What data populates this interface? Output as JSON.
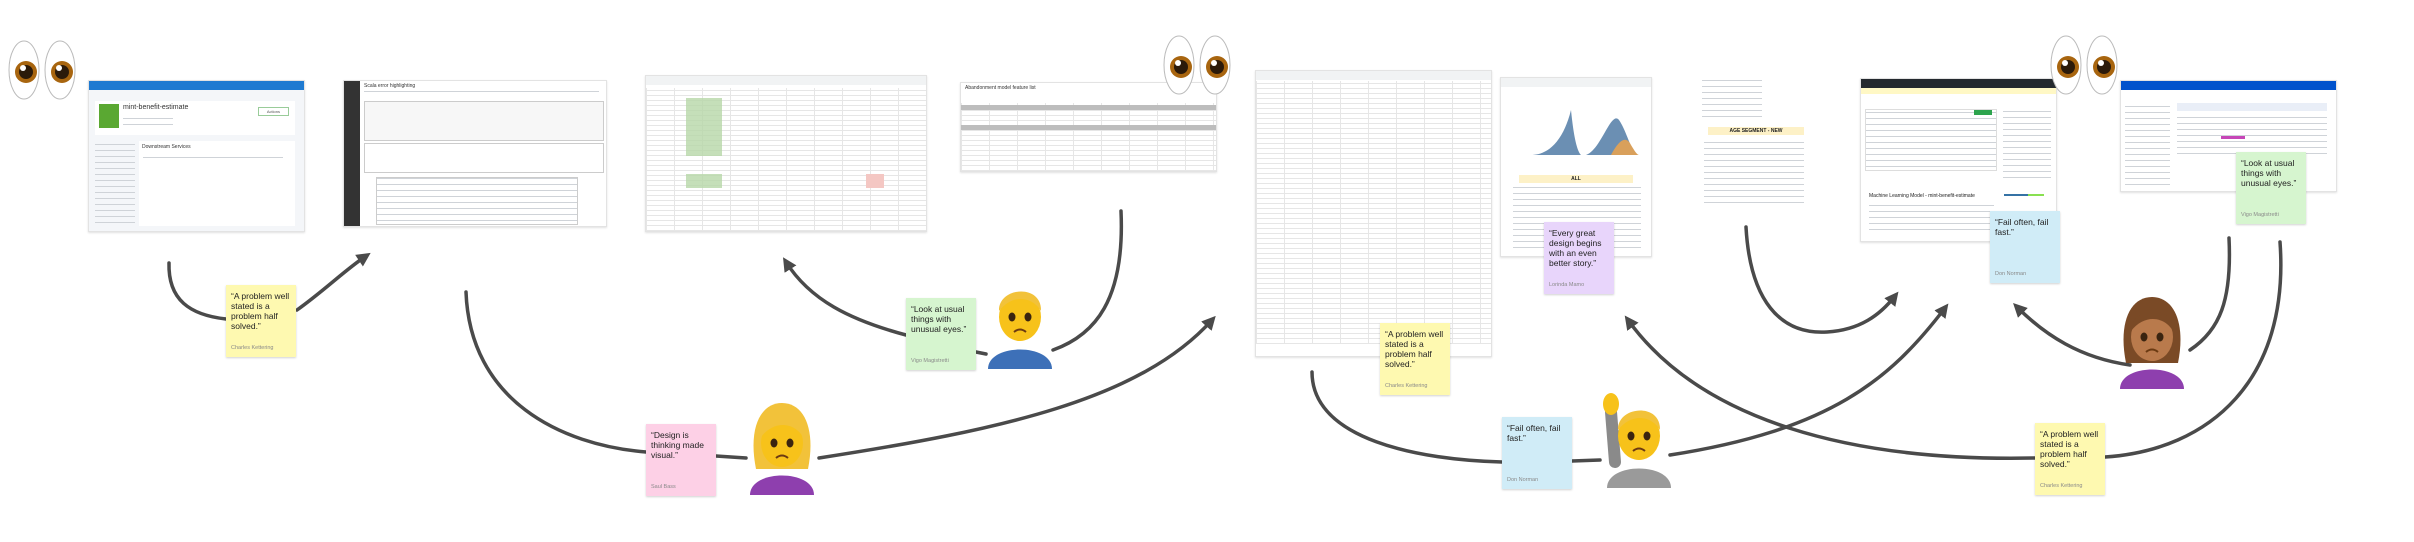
{
  "colors": {
    "arrow": "#4a4a4a",
    "yellow_note": "#fef9b0",
    "pink_note": "#fdd0e6",
    "green_note": "#d6f5cf",
    "purple_note": "#e8d5fb",
    "blue_note": "#d0ecf7"
  },
  "screenshots": [
    {
      "id": "azure",
      "title": "mint-benefit-estimate",
      "section": "Downstream Services",
      "button": "Actions"
    },
    {
      "id": "notebook",
      "title": "Scala error highlighting"
    },
    {
      "id": "sheet-green",
      "title": ""
    },
    {
      "id": "feature-list",
      "title": "Abandonment model feature list"
    },
    {
      "id": "long-sheet",
      "title": ""
    },
    {
      "id": "charts",
      "title": "",
      "section": "ALL"
    },
    {
      "id": "output",
      "title": "",
      "section": "AGE SEGMENT - NEW"
    },
    {
      "id": "repo",
      "title": "Machine Learning Model - mint-benefit-estimate"
    },
    {
      "id": "jira",
      "title": ""
    }
  ],
  "notes": [
    {
      "color": "yellow",
      "quote": "“A problem well stated is a problem half solved.”",
      "author": "Charles Kettering"
    },
    {
      "color": "pink",
      "quote": "“Design is thinking made visual.”",
      "author": "Saul Bass"
    },
    {
      "color": "green",
      "quote": "“Look at usual things with unusual eyes.”",
      "author": "Vigo Magistretti"
    },
    {
      "color": "yellow",
      "quote": "“A problem well stated is a problem half solved.”",
      "author": "Charles Kettering"
    },
    {
      "color": "purple",
      "quote": "“Every great design begins with an even better story.”",
      "author": "Lorinda Mamo"
    },
    {
      "color": "blue",
      "quote": "“Fail often, fail fast.”",
      "author": "Don Norman"
    },
    {
      "color": "blue",
      "quote": "“Fail often, fail fast.”",
      "author": "Don Norman"
    },
    {
      "color": "green",
      "quote": "“Look at usual things with unusual eyes.”",
      "author": "Vigo Magistretti"
    },
    {
      "color": "yellow",
      "quote": "“A problem well stated is a problem half solved.”",
      "author": "Charles Kettering"
    }
  ],
  "emojis": [
    "eyes-icon",
    "eyes-icon",
    "eyes-icon",
    "frowning-woman-icon",
    "frowning-man-icon",
    "person-raising-hand-icon",
    "frowning-woman-medium-skin-icon"
  ]
}
